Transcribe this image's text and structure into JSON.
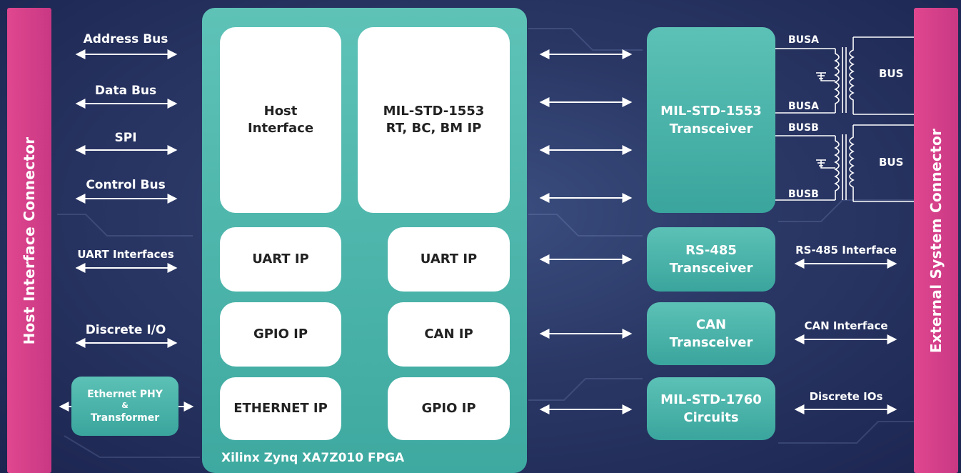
{
  "host_connector": "Host Interface Connector",
  "external_connector": "External System Connector",
  "fpga_label": "Xilinx Zynq XA7Z010 FPGA",
  "left_signals": [
    "Address Bus",
    "Data Bus",
    "SPI",
    "Control Bus",
    "UART Interfaces",
    "Discrete I/O"
  ],
  "ethernet_phy": {
    "line1": "Ethernet PHY",
    "line2": "&",
    "line3": "Transformer"
  },
  "fpga_blocks": {
    "host_interface": {
      "line1": "Host",
      "line2": "Interface"
    },
    "mil_ip": {
      "line1": "MIL-STD-1553",
      "line2": "RT, BC, BM IP"
    },
    "uart1": "UART IP",
    "uart2": "UART IP",
    "gpio1": "GPIO IP",
    "can": "CAN IP",
    "ethernet": "ETHERNET IP",
    "gpio2": "GPIO IP"
  },
  "transceivers": {
    "mil": {
      "line1": "MIL-STD-1553",
      "line2": "Transceiver"
    },
    "rs485": {
      "line1": "RS-485",
      "line2": "Transceiver"
    },
    "can": {
      "line1": "CAN",
      "line2": "Transceiver"
    },
    "mil1760": {
      "line1": "MIL-STD-1760",
      "line2": "Circuits"
    }
  },
  "bus_labels": {
    "busa_top": "BUSA",
    "busa_bottom": "BUSA",
    "busb_top": "BUSB",
    "busb_bottom": "BUSB",
    "bus1": "BUS",
    "bus2": "BUS"
  },
  "right_signals": {
    "rs485": "RS-485 Interface",
    "can": "CAN Interface",
    "discrete": "Discrete IOs"
  },
  "colors": {
    "connector": "#d63f8a",
    "fpga": "#4db5ab",
    "background": "#2a3765"
  }
}
